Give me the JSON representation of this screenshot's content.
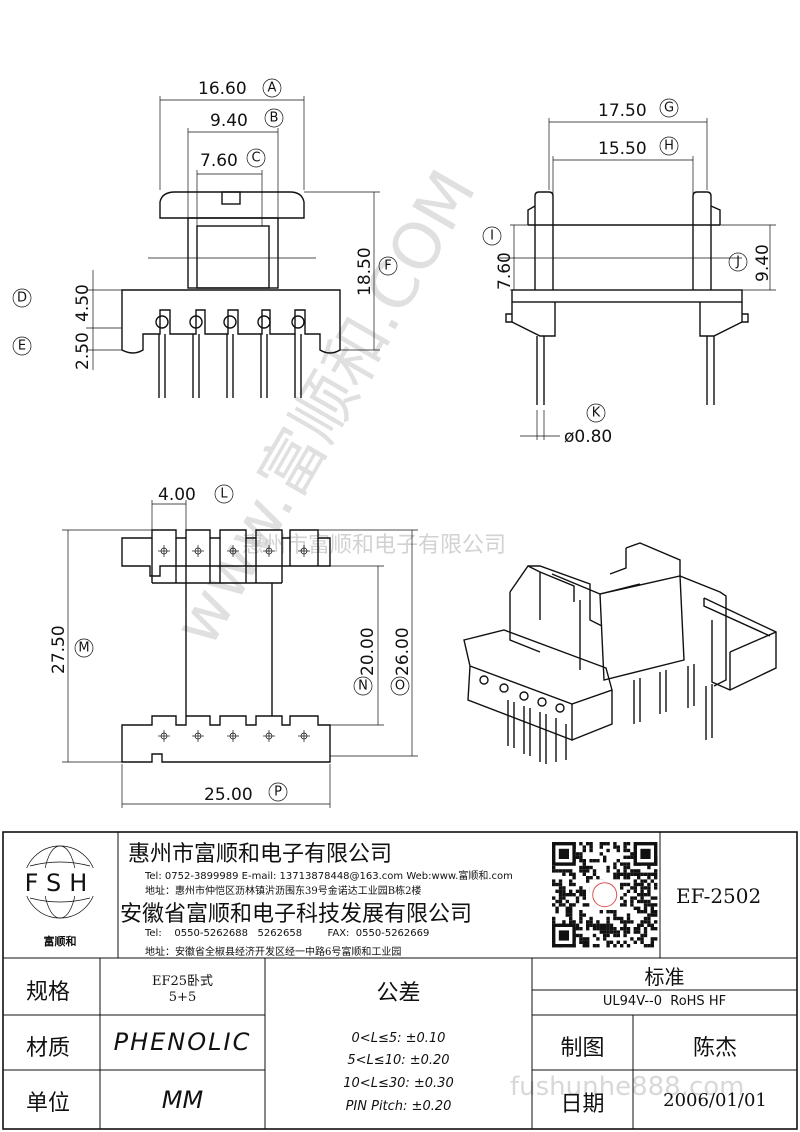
{
  "views": {
    "front": {
      "dims": {
        "a": "16.60",
        "b": "9.40",
        "c": "7.60",
        "d": "4.50",
        "e": "2.50",
        "f": "18.50"
      },
      "refs": {
        "a": "A",
        "b": "B",
        "c": "C",
        "d": "D",
        "e": "E",
        "f": "F"
      }
    },
    "side": {
      "dims": {
        "g": "17.50",
        "h": "15.50",
        "i": "7.60",
        "j": "9.40",
        "k": "ø0.80"
      },
      "refs": {
        "g": "G",
        "h": "H",
        "i": "I",
        "j": "J",
        "k": "K"
      }
    },
    "bottom": {
      "dims": {
        "l": "4.00",
        "m": "27.50",
        "n": "20.00",
        "o": "26.00",
        "p": "25.00"
      },
      "refs": {
        "l": "L",
        "m": "M",
        "n": "N",
        "o": "O",
        "p": "P"
      }
    }
  },
  "watermark": {
    "diagonal": "www.富顺和.COM",
    "company": "惠州市富顺和电子有限公司",
    "site": "fushunhe888.com"
  },
  "title_block": {
    "logo": {
      "letters": "FSH",
      "name": "富顺和"
    },
    "company1": {
      "name": "惠州市富顺和电子有限公司",
      "contact": "Tel:  0752-3899989  E-mail: 13713878448@163.com  Web:www.富顺和.com",
      "address": "地址：惠州市仲恺区沥林镇沜沥围东39号金诺达工业园B栋2楼"
    },
    "company2": {
      "name": "安徽省富顺和电子科技发展有限公司",
      "contact": "Tel:    0550-5262688   5262658        FAX:  0550-5262669",
      "address": "地址：安徽省全椒县经济开发区经一中路6号富顺和工业园"
    },
    "part_number": "EF-2502",
    "spec_label": "规格",
    "spec_value1": "EF25卧式",
    "spec_value2": "5+5",
    "material_label": "材质",
    "material_value": "PHENOLIC",
    "unit_label": "单位",
    "unit_value": "MM",
    "tolerance_label": "公差",
    "tolerances": [
      "0<L≤5: ±0.10",
      "5<L≤10: ±0.20",
      "10<L≤30: ±0.30",
      "PIN Pitch: ±0.20"
    ],
    "standard_label": "标准",
    "standard_value": "UL94V--0  RoHS HF",
    "drawn_label": "制图",
    "drawn_value": "陈杰",
    "date_label": "日期",
    "date_value": "2006/01/01"
  },
  "colors": {
    "ink": "#111111",
    "watermark": "#c8c8c8"
  }
}
